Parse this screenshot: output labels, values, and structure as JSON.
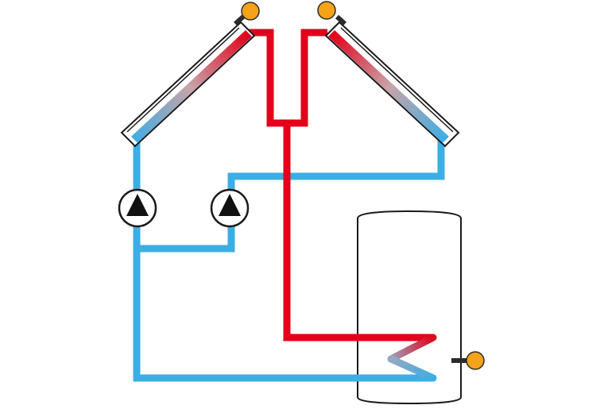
{
  "colors": {
    "hot": "#e2001a",
    "cold": "#3daee4",
    "sensor": "#f5a319",
    "sensor_stem": "#2b2b2b",
    "outline": "#1a1a1a",
    "background": "#ffffff"
  },
  "components": {
    "collectors": 2,
    "pumps": 2,
    "storage_tanks": 1,
    "sensors": 3
  },
  "icons": {
    "pump": "pump-triangle-icon",
    "sensor": "temperature-sensor-icon"
  }
}
